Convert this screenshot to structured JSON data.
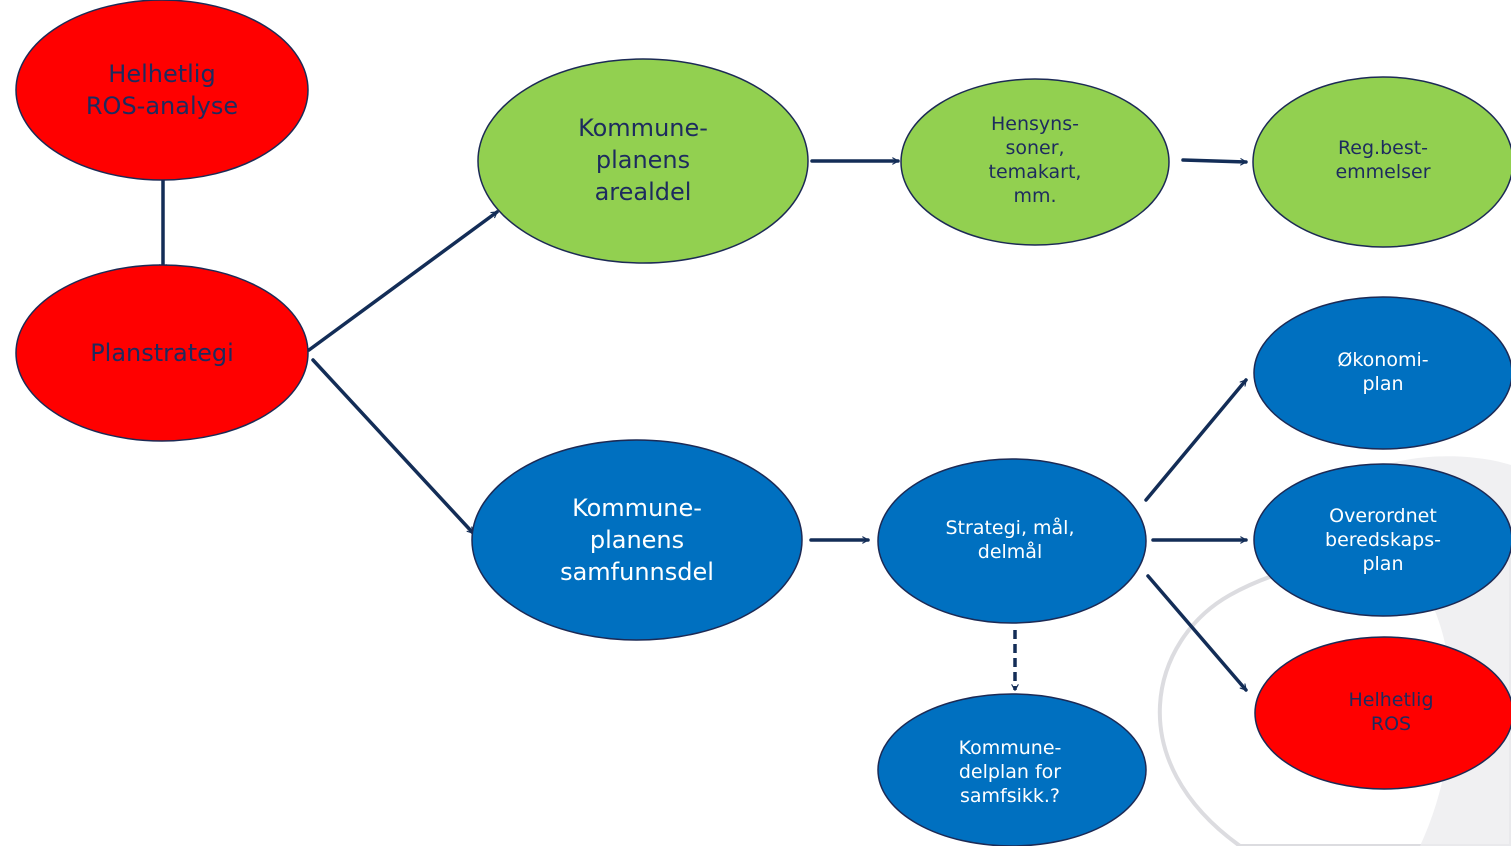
{
  "colors": {
    "red": "#ff0000",
    "green": "#92d050",
    "blue": "#0070c0",
    "node_outline": "#1c2a55",
    "arrow": "#132d57",
    "watermark": "#dcdce0"
  },
  "nodes": {
    "helhetlig_ros_analyse": "Helhetlig\nROS-analyse",
    "planstrategi": "Planstrategi",
    "arealdel": "Kommune-\nplanens\narealdel",
    "hensynssoner": "Hensyns-\nsoner,\ntemakart,\nmm.",
    "reg_bestemmelser": "Reg.best-\nemmelser",
    "samfunnsdel": "Kommune-\nplanens\nsamfunnsdel",
    "strategi": "Strategi, mål,\ndelmål",
    "okonomiplan": "Økonomi-\nplan",
    "beredskapsplan": "Overordnet\nberedskaps-\nplan",
    "helhetlig_ros": "Helhetlig\nROS",
    "kommunedelplan": "Kommune-\ndelplan for\nsamfsikk.?"
  }
}
